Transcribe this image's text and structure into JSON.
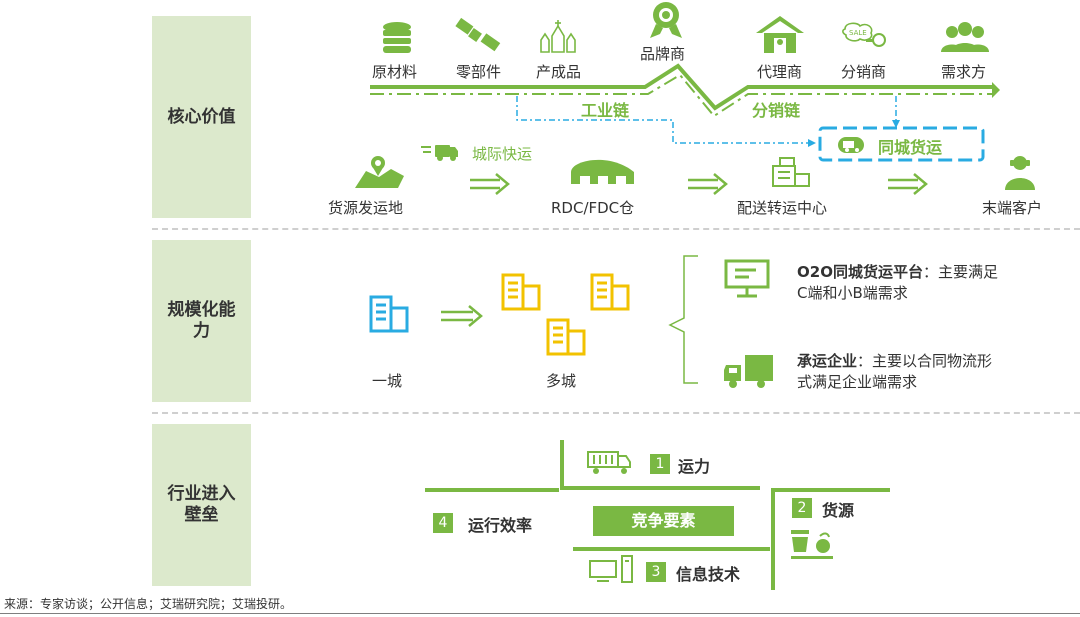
{
  "sections": {
    "core_value": "核心价值",
    "scale_line1": "规模化能",
    "scale_line2": "力",
    "barrier_line1": "行业进入",
    "barrier_line2": "壁垒"
  },
  "chain": {
    "top_nodes": [
      "原材料",
      "零部件",
      "产成品",
      "品牌商",
      "代理商",
      "分销商",
      "需求方"
    ],
    "industry_chain": "工业链",
    "distribution_chain": "分销链",
    "intracity": "同城货运",
    "intercity": "城际快运",
    "bottom_nodes": [
      "货源发运地",
      "RDC/FDC仓",
      "配送转运中心",
      "末端客户"
    ]
  },
  "scale": {
    "one_city": "一城",
    "multi_city": "多城",
    "o2o_title": "O2O同城货运平台",
    "o2o_desc1": "：主要满足",
    "o2o_desc2": "C端和小B端需求",
    "carrier_title": "承运企业",
    "carrier_desc1": "：主要以合同物流形",
    "carrier_desc2": "式满足企业端需求"
  },
  "barriers": {
    "core": "竞争要素",
    "items": [
      {
        "num": "1",
        "label": "运力"
      },
      {
        "num": "2",
        "label": "货源"
      },
      {
        "num": "3",
        "label": "信息技术"
      },
      {
        "num": "4",
        "label": "运行效率"
      }
    ]
  },
  "source": "来源：专家访谈；公开信息；艾瑞研究院；艾瑞投研。",
  "colors": {
    "accent": "#7ab843",
    "highlight": "#29abe2",
    "building_yellow": "#f2c200",
    "side_bg": "#dce9cc"
  }
}
